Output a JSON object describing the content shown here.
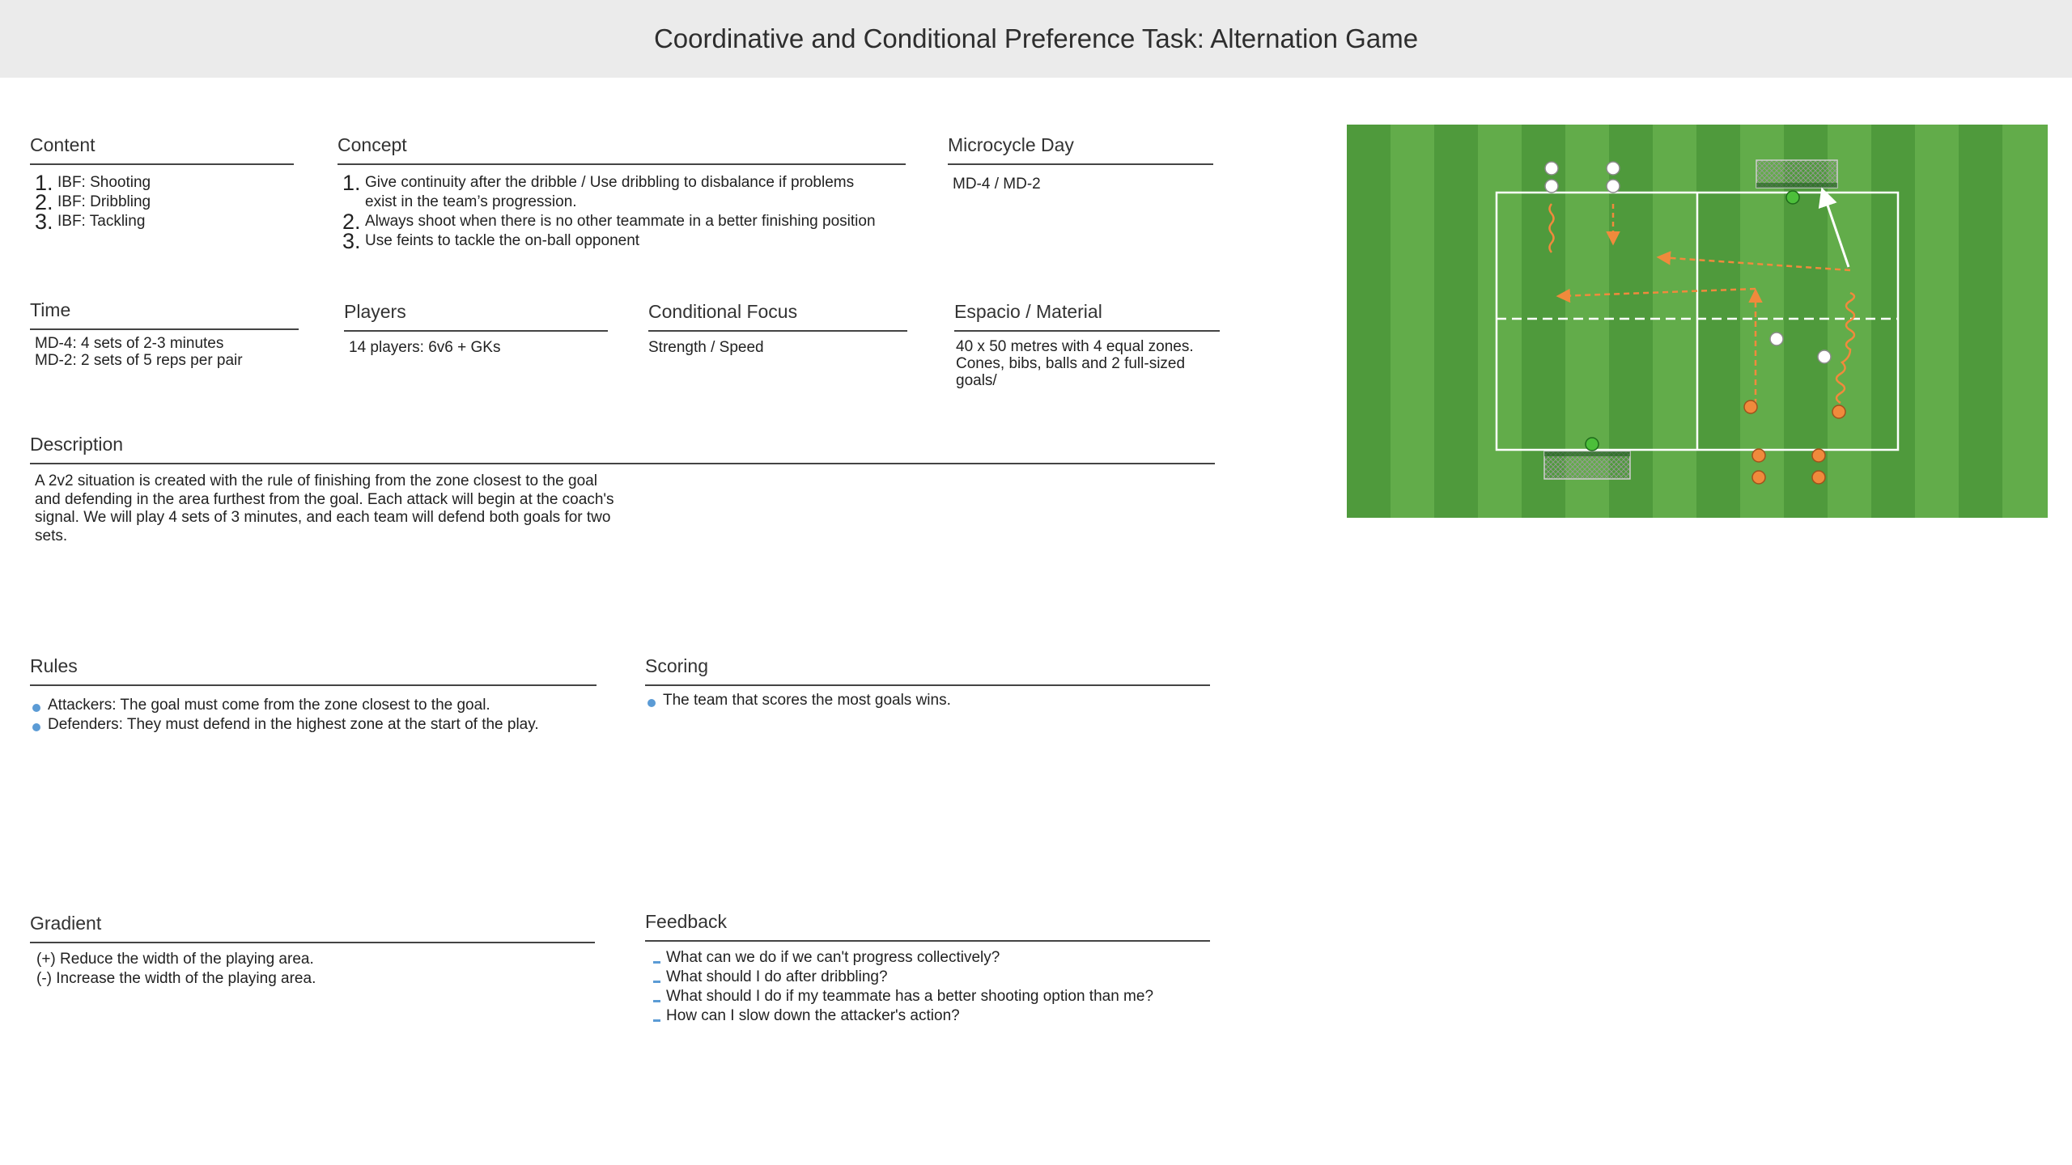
{
  "title": "Coordinative and Conditional Preference Task: Alternation Game",
  "content": {
    "heading": "Content",
    "items": [
      {
        "n": "1.",
        "text": "IBF: Shooting"
      },
      {
        "n": "2.",
        "text": "IBF: Dribbling"
      },
      {
        "n": "3.",
        "text": "IBF: Tackling"
      }
    ]
  },
  "concept": {
    "heading": "Concept",
    "items": [
      {
        "n": "1.",
        "text": "Give continuity after the dribble / Use dribbling to disbalance if problems exist in the team’s progression."
      },
      {
        "n": "2.",
        "text": "Always shoot when there is no other teammate in a better finishing position"
      },
      {
        "n": "3.",
        "text": "Use feints to tackle the on-ball opponent"
      }
    ]
  },
  "microcycle": {
    "heading": "Microcycle Day",
    "value": "MD-4 / MD-2"
  },
  "time": {
    "heading": "Time",
    "line1": "MD-4: 4 sets of 2-3 minutes",
    "line2": "MD-2: 2 sets of 5 reps per pair"
  },
  "players": {
    "heading": "Players",
    "value": "14 players: 6v6 + GKs"
  },
  "conditional_focus": {
    "heading": "Conditional Focus",
    "value": "Strength / Speed"
  },
  "espacio": {
    "heading": "Espacio / Material",
    "line1": "40 x 50 metres with 4 equal zones.",
    "line2": "Cones, bibs, balls and 2 full-sized goals/"
  },
  "description": {
    "heading": "Description",
    "text": "A 2v2 situation is created with the rule of finishing from the zone closest to the goal and defending in the area furthest from the goal. Each attack will begin at the coach's signal. We will play 4 sets of 3 minutes, and each team will defend both goals for two sets."
  },
  "rules": {
    "heading": "Rules",
    "items": [
      "Attackers: The goal must come from the zone closest to the goal.",
      "Defenders: They must defend in the highest zone at the start of the play."
    ]
  },
  "scoring": {
    "heading": "Scoring",
    "items": [
      "The team that scores the most goals wins."
    ]
  },
  "gradient": {
    "heading": "Gradient",
    "line1": "(+) Reduce the width of the playing area.",
    "line2": "(-) Increase the width of the playing area."
  },
  "feedback": {
    "heading": "Feedback",
    "items": [
      "What can we do if we can't progress collectively?",
      "What should I do after dribbling?",
      "What should I do if my teammate has a better shooting option than me?",
      "How can I slow down the attacker's action?"
    ]
  },
  "colors": {
    "header_bg": "#ebebeb",
    "pitch_dark": "#4f9a3c",
    "pitch_light": "#62ac4a",
    "orange_team": "#f08a3c",
    "white_team": "#ffffff",
    "goalkeeper": "#4cbf3a",
    "bullet_blue": "#5b9bd5"
  }
}
